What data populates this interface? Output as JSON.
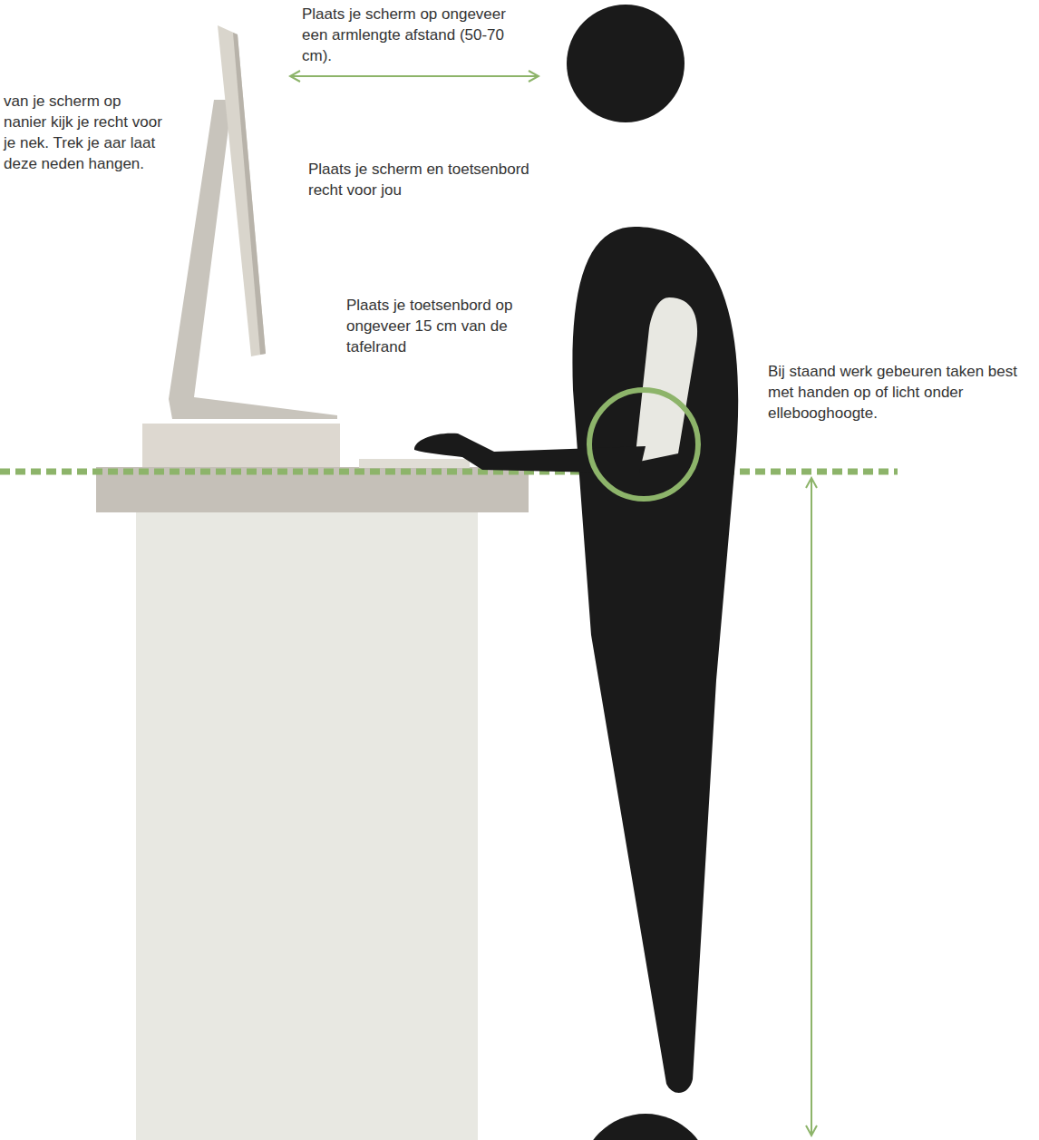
{
  "diagram": {
    "labels": [
      "van je scherm op nanier kijk je recht voor je nek. Trek je aar laat deze neden hangen.",
      "Plaats je scherm op ongeveer een armlengte afstand (50-70 cm).",
      "Plaats je scherm en toetsenbord recht voor jou",
      "Plaats je toetsenbord op ongeveer 15 cm van de tafelrand",
      "Bij staand werk gebeuren taken best met handen op of licht onder ellebooghoogte."
    ]
  }
}
